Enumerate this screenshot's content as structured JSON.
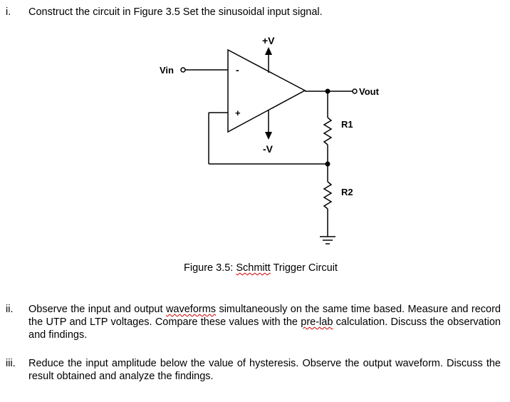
{
  "items": [
    {
      "num": "i.",
      "text": "Construct the circuit in Figure 3.5 Set the sinusoidal input signal."
    },
    {
      "num": "ii.",
      "p1": "Observe the input and output ",
      "p2": "waveforms",
      "p3": " simultaneously on the same time based. Measure and record the UTP and LTP voltages. Compare these values with the ",
      "p4": "pre-lab",
      "p5": " calculation. Discuss the observation and findings."
    },
    {
      "num": "iii.",
      "text": "Reduce the input amplitude below the value of hysteresis. Observe the output waveform. Discuss the result obtained and analyze the findings."
    }
  ],
  "figure": {
    "caption_pre": "Figure 3.5: ",
    "caption_word": "Schmitt",
    "caption_post": " Trigger Circuit",
    "labels": {
      "vplus": "+V",
      "vminus": "-V",
      "vin": "Vin",
      "vout": "Vout",
      "r1": "R1",
      "r2": "R2",
      "inv": "-",
      "noninv": "+"
    }
  }
}
